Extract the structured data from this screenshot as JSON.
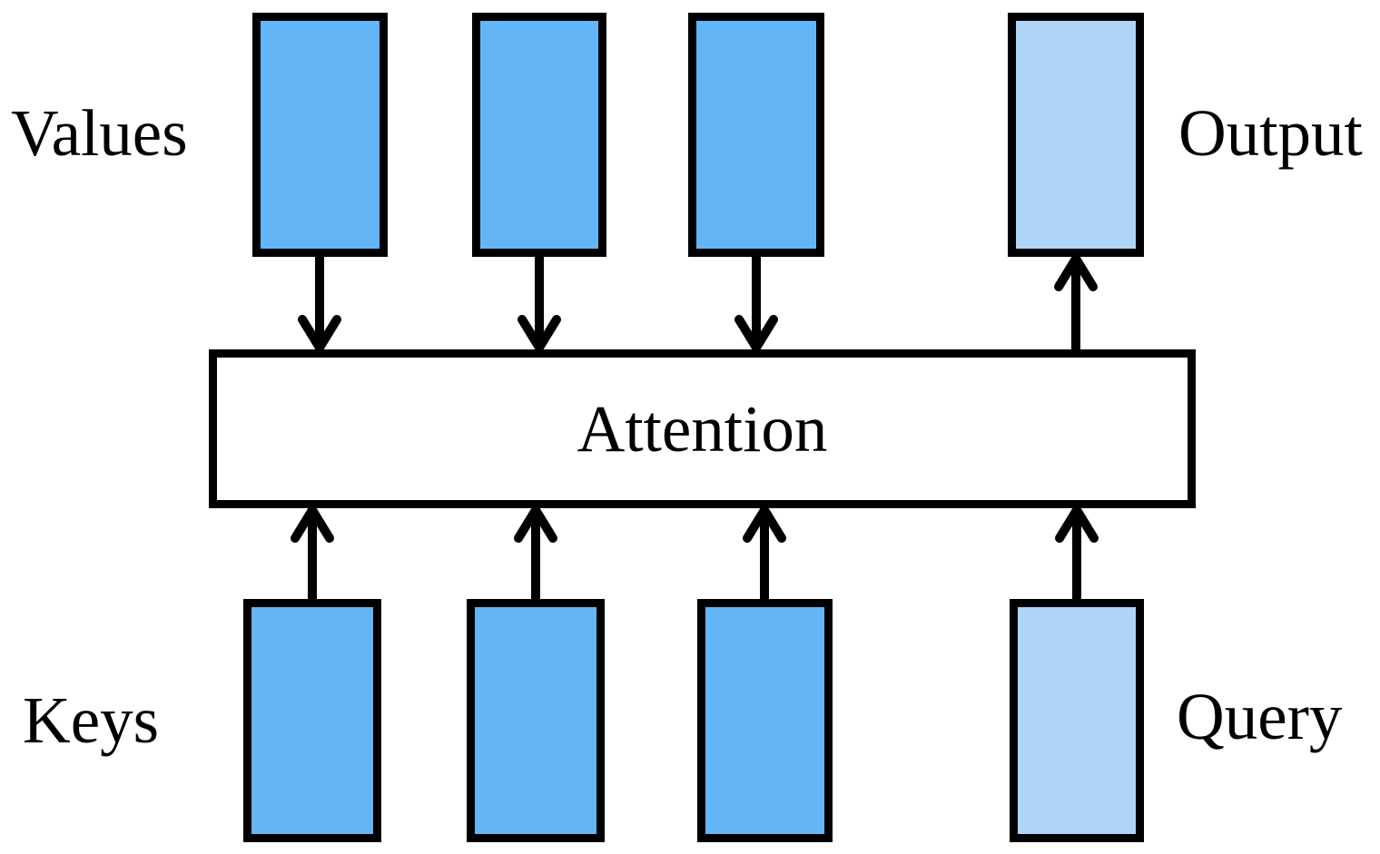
{
  "diagram": {
    "type": "attention-mechanism-block-diagram",
    "labels": {
      "values": "Values",
      "keys": "Keys",
      "output": "Output",
      "query": "Query",
      "attention": "Attention"
    },
    "structure": {
      "num_value_boxes": 3,
      "num_key_boxes": 3,
      "num_query_boxes": 1,
      "num_output_boxes": 1,
      "arrows": [
        "value-1 -> attention",
        "value-2 -> attention",
        "value-3 -> attention",
        "attention -> output",
        "key-1 -> attention",
        "key-2 -> attention",
        "key-3 -> attention",
        "query -> attention"
      ]
    },
    "colors": {
      "key_value_fill": "#64b5f6",
      "query_output_fill": "#aed4f8",
      "stroke": "#000000",
      "background": "#ffffff"
    }
  }
}
